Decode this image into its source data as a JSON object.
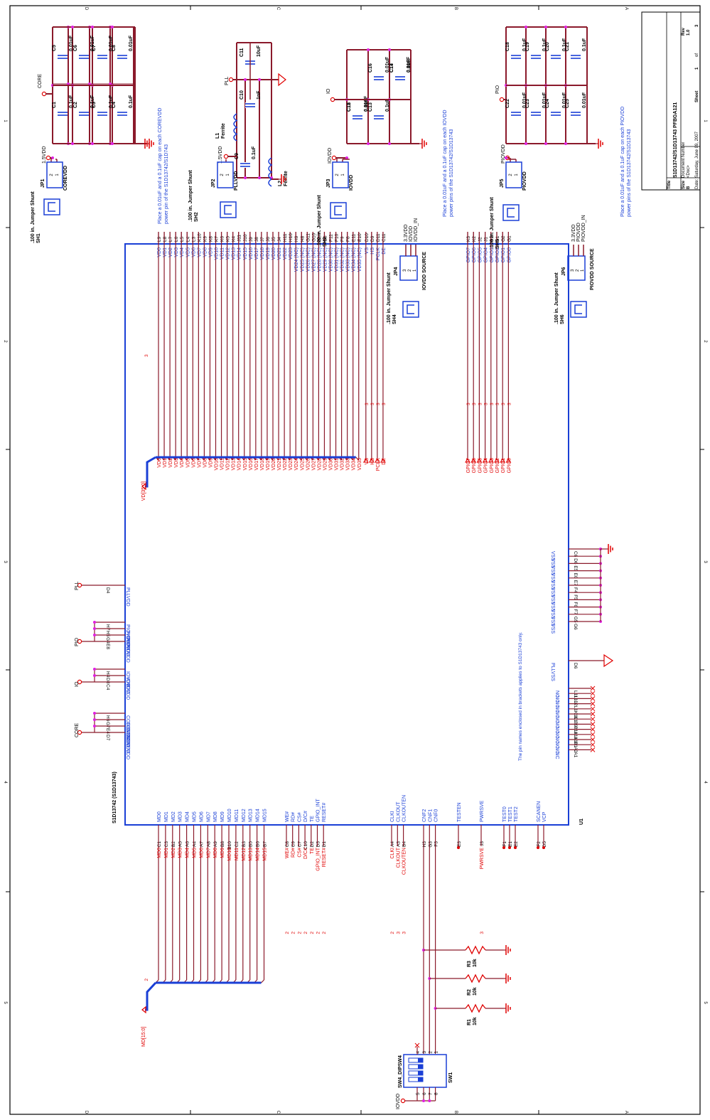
{
  "title_block": {
    "title_label": "Title",
    "title": "S1D13742/S1D13743 PFBGA121",
    "size_label": "Size",
    "size": "B",
    "doc_label": "Document Number",
    "doc": "<Doc>",
    "rev_label": "Rev",
    "rev": "1.0",
    "date_label": "Date:",
    "date": "Saturday, June 09, 2007",
    "sheet_label": "Sheet",
    "sheet": "1",
    "of_label": "of",
    "of": "3"
  },
  "border": {
    "cols": [
      "D",
      "C",
      "B",
      "A"
    ],
    "rows": [
      "1",
      "2",
      "3",
      "4",
      "5"
    ]
  },
  "u1": {
    "ref": "U1",
    "part": "S1D13742 (S1D13743)",
    "note": "The pin names enclosed in brackets applies to S1D13743 only."
  },
  "vd_bus": {
    "label": "VD[35:0]",
    "sheet_ref": "3",
    "pins": [
      {
        "ball": "L9",
        "name": "VD0",
        "net": "VD0"
      },
      {
        "ball": "L8",
        "name": "VD1",
        "net": "VD1"
      },
      {
        "ball": "L7",
        "name": "VD2",
        "net": "VD2"
      },
      {
        "ball": "L6",
        "name": "VD3",
        "net": "VD3"
      },
      {
        "ball": "L5",
        "name": "VD4",
        "net": "VD4"
      },
      {
        "ball": "L4",
        "name": "VD5",
        "net": "VD5"
      },
      {
        "ball": "L3",
        "name": "VD6",
        "net": "VD6"
      },
      {
        "ball": "K10",
        "name": "VD7",
        "net": "VD7"
      },
      {
        "ball": "K9",
        "name": "VD8",
        "net": "VD8"
      },
      {
        "ball": "K8",
        "name": "VD9",
        "net": "VD9"
      },
      {
        "ball": "K7",
        "name": "VD10",
        "net": "VD10"
      },
      {
        "ball": "K6",
        "name": "VD11",
        "net": "VD11"
      },
      {
        "ball": "K5",
        "name": "VD12",
        "net": "VD12"
      },
      {
        "ball": "K4",
        "name": "VD13",
        "net": "VD13"
      },
      {
        "ball": "J11",
        "name": "VD14",
        "net": "VD14"
      },
      {
        "ball": "J10",
        "name": "VD15",
        "net": "VD15"
      },
      {
        "ball": "J9",
        "name": "VD16",
        "net": "VD16"
      },
      {
        "ball": "J8",
        "name": "VD17",
        "net": "VD17"
      },
      {
        "ball": "J7",
        "name": "VD18",
        "net": "VD18"
      },
      {
        "ball": "J6",
        "name": "VD19",
        "net": "VD19"
      },
      {
        "ball": "J5",
        "name": "VD20",
        "net": "VD20"
      },
      {
        "ball": "J4",
        "name": "VD21",
        "net": "VD21"
      },
      {
        "ball": "H11",
        "name": "VD22",
        "net": "VD22"
      },
      {
        "ball": "H10",
        "name": "VD23",
        "net": "VD23"
      },
      {
        "ball": "H9",
        "name": "VD24 (NC)",
        "net": "VD24"
      },
      {
        "ball": "H8",
        "name": "VD25 (NC)",
        "net": "VD25"
      },
      {
        "ball": "G11",
        "name": "VD26 (NC)",
        "net": "VD26"
      },
      {
        "ball": "G10",
        "name": "VD27 (NC)",
        "net": "VD27"
      },
      {
        "ball": "G9",
        "name": "VD28 (NC)",
        "net": "VD28"
      },
      {
        "ball": "G8",
        "name": "VD29 (NC)",
        "net": "VD29"
      },
      {
        "ball": "F11",
        "name": "VD30 (NC)",
        "net": "VD30"
      },
      {
        "ball": "F10",
        "name": "VD31 (NC)",
        "net": "VD31"
      },
      {
        "ball": "F9",
        "name": "VD32 (NC)",
        "net": "VD32"
      },
      {
        "ball": "F8",
        "name": "VD33 (NC)",
        "net": "VD33"
      },
      {
        "ball": "E11",
        "name": "VD34 (NC)",
        "net": "VD34"
      },
      {
        "ball": "E10",
        "name": "VD35 (NC)",
        "net": "VD35"
      }
    ]
  },
  "sync_pins": [
    {
      "ball": "D10",
      "name": "VS",
      "net": "VS",
      "ref": "3"
    },
    {
      "ball": "D9",
      "name": "HS",
      "net": "HS",
      "ref": "3"
    },
    {
      "ball": "D11",
      "name": "PCLK",
      "net": "PCLK",
      "ref": "3"
    },
    {
      "ball": "C11",
      "name": "DE",
      "net": "DE",
      "ref": "3"
    }
  ],
  "gpio_pins": [
    {
      "ball": "K3",
      "name": "GPIO7",
      "net": "GPIO7",
      "ref": "3"
    },
    {
      "ball": "K2",
      "name": "GPIO6",
      "net": "GPIO6",
      "ref": "3"
    },
    {
      "ball": "J2",
      "name": "GPIO5",
      "net": "GPIO5",
      "ref": "3"
    },
    {
      "ball": "J1",
      "name": "GPIO4",
      "net": "GPIO4",
      "ref": "3"
    },
    {
      "ball": "H2",
      "name": "GPIO3",
      "net": "GPIO3",
      "ref": "3"
    },
    {
      "ball": "H1",
      "name": "GPIO2",
      "net": "GPIO2",
      "ref": "3"
    },
    {
      "ball": "G2",
      "name": "GPIO1",
      "net": "GPIO1",
      "ref": "3"
    },
    {
      "ball": "G1",
      "name": "GPIO0",
      "net": "GPIO0",
      "ref": "3"
    }
  ],
  "md_bus": {
    "label": "MD[15:0]",
    "sheet_ref": "2",
    "pins": [
      {
        "ball": "C1",
        "name": "MD0",
        "net": "MD0"
      },
      {
        "ball": "C3",
        "name": "MD1",
        "net": "MD1"
      },
      {
        "ball": "B2",
        "name": "MD2",
        "net": "MD2"
      },
      {
        "ball": "A5",
        "name": "MD3",
        "net": "MD3"
      },
      {
        "ball": "A6",
        "name": "MD4",
        "net": "MD4"
      },
      {
        "ball": "A4",
        "name": "MD5",
        "net": "MD5"
      },
      {
        "ball": "A7",
        "name": "MD6",
        "net": "MD6"
      },
      {
        "ball": "A8",
        "name": "MD7",
        "net": "MD7"
      },
      {
        "ball": "A9",
        "name": "MD8",
        "net": "MD8"
      },
      {
        "ball": "B8",
        "name": "MD9",
        "net": "MD9"
      },
      {
        "ball": "B10",
        "name": "MD10",
        "net": "MD10"
      },
      {
        "ball": "C2",
        "name": "MD11",
        "net": "MD11"
      },
      {
        "ball": "B3",
        "name": "MD12",
        "net": "MD12"
      },
      {
        "ball": "B5",
        "name": "MD13",
        "net": "MD13"
      },
      {
        "ball": "B6",
        "name": "MD14",
        "net": "MD14"
      },
      {
        "ball": "B7",
        "name": "MD15",
        "net": "MD15"
      }
    ]
  },
  "host_pins": [
    {
      "ball": "C8",
      "name": "WE#",
      "net": "WE#",
      "ref": "2"
    },
    {
      "ball": "C9",
      "name": "RD#",
      "net": "RD#",
      "ref": "2"
    },
    {
      "ball": "C7",
      "name": "CS#",
      "net": "CS#",
      "ref": "2"
    },
    {
      "ball": "C10",
      "name": "D/C#",
      "net": "D/C#",
      "ref": "2"
    },
    {
      "ball": "D2",
      "name": "TE",
      "net": "TE",
      "ref": "2"
    },
    {
      "ball": "D3",
      "name": "GPIO_INT",
      "net": "GPIO_INT",
      "ref": "2"
    },
    {
      "ball": "D1",
      "name": "RESET#",
      "net": "RESET#",
      "ref": "2"
    }
  ],
  "clk_pins": [
    {
      "ball": "A4",
      "name": "CLKI",
      "net": "CLKI",
      "ref": "2"
    },
    {
      "ball": "A3",
      "name": "CLKOUT",
      "net": "CLKOUT",
      "ref": "3"
    },
    {
      "ball": "B4",
      "name": "CLKOUTEN",
      "net": "CLKOUTEN",
      "ref": "3"
    }
  ],
  "cnf_pins": [
    {
      "ball": "H3",
      "name": "CNF2"
    },
    {
      "ball": "G3",
      "name": "CNF1"
    },
    {
      "ball": "F3",
      "name": "CNF0"
    }
  ],
  "misc_pins": [
    {
      "ball": "E3",
      "name": "TESTEN"
    },
    {
      "ball": "J3",
      "name": "PWRSVE",
      "net": "PWRSVE",
      "ref": "3"
    },
    {
      "ball": "F1",
      "name": "TEST0"
    },
    {
      "ball": "E1",
      "name": "TEST1"
    },
    {
      "ball": "E2",
      "name": "TEST2"
    },
    {
      "ball": "F2",
      "name": "SCANEN"
    },
    {
      "ball": "D5",
      "name": "VCP"
    }
  ],
  "power_left": [
    {
      "ball": "D4",
      "name": "PLLVDD",
      "group": "PLL"
    },
    {
      "ball": "H7",
      "name": "PIOVDD",
      "group": "PIO"
    },
    {
      "ball": "H5",
      "name": "PIOVDD",
      "group": "PIO"
    },
    {
      "ball": "G4",
      "name": "PIOVDD",
      "group": "PIO"
    },
    {
      "ball": "E8",
      "name": "PIOVDD",
      "group": "PIO"
    },
    {
      "ball": "H4",
      "name": "IOVDD",
      "group": "IO"
    },
    {
      "ball": "D8",
      "name": "IOVDD",
      "group": "IO"
    },
    {
      "ball": "C4",
      "name": "IOVDD",
      "group": "IO"
    },
    {
      "ball": "H6",
      "name": "COREVDD",
      "group": "CORE"
    },
    {
      "ball": "G7",
      "name": "COREVDD",
      "group": "CORE"
    },
    {
      "ball": "E4",
      "name": "COREVDD",
      "group": "CORE"
    },
    {
      "ball": "D7",
      "name": "COREVDD",
      "group": "CORE"
    }
  ],
  "power_nets": {
    "pll": "PLL",
    "pio": "PIO",
    "io": "IO",
    "core": "CORE",
    "iovdd": "IOVDD"
  },
  "vss_pins": [
    {
      "ball": "C6",
      "name": "VSS"
    },
    {
      "ball": "D6",
      "name": "VSS"
    },
    {
      "ball": "E5",
      "name": "VSS"
    },
    {
      "ball": "E6",
      "name": "VSS"
    },
    {
      "ball": "E7",
      "name": "VSS"
    },
    {
      "ball": "F4",
      "name": "VSS"
    },
    {
      "ball": "F5",
      "name": "VSS"
    },
    {
      "ball": "F6",
      "name": "VSS"
    },
    {
      "ball": "F7",
      "name": "VSS"
    },
    {
      "ball": "G5",
      "name": "VSS"
    },
    {
      "ball": "G6",
      "name": "VSS"
    }
  ],
  "pllvss_pin": {
    "ball": "D6",
    "name": "PLLVSS"
  },
  "nc_pins": [
    {
      "ball": "L11",
      "name": "NC"
    },
    {
      "ball": "L10",
      "name": "NC"
    },
    {
      "ball": "L2",
      "name": "NC"
    },
    {
      "ball": "L1",
      "name": "NC"
    },
    {
      "ball": "K11",
      "name": "NC"
    },
    {
      "ball": "K1",
      "name": "NC"
    },
    {
      "ball": "B9",
      "name": "NC"
    },
    {
      "ball": "B11",
      "name": "NC"
    },
    {
      "ball": "A11",
      "name": "NC"
    },
    {
      "ball": "A10",
      "name": "NC"
    },
    {
      "ball": "B1",
      "name": "NC"
    },
    {
      "ball": "A2",
      "name": "NC"
    },
    {
      "ball": "A1",
      "name": "NC"
    }
  ],
  "resistors": [
    {
      "ref": "R3",
      "value": "10k"
    },
    {
      "ref": "R2",
      "value": "10k"
    },
    {
      "ref": "R1",
      "value": "10k"
    }
  ],
  "dipswitch": {
    "ref": "SW1",
    "part": "SW4_DIPSW4",
    "pins_top": [
      "4",
      "3",
      "2",
      "1"
    ],
    "pins_bottom": [
      "5",
      "6",
      "7",
      "8"
    ],
    "supply": "IOVDD"
  },
  "core_section": {
    "jumper": "JP1",
    "jumper_label": "COREVDD",
    "pins": [
      "2",
      "1"
    ],
    "shunt": "SH1",
    "shunt_label": ".100 in. Jumper Shunt",
    "supply": "1.5VDD",
    "net": "CORE",
    "caps": [
      {
        "ref": "C1",
        "value": "0.1uF"
      },
      {
        "ref": "C2",
        "value": "0.1uF"
      },
      {
        "ref": "C3",
        "value": "0.1uF"
      },
      {
        "ref": "C4",
        "value": "0.1uF"
      },
      {
        "ref": "C5",
        "value": "0.01uF"
      },
      {
        "ref": "C6",
        "value": "0.01uF"
      },
      {
        "ref": "C7",
        "value": "0.01uF"
      },
      {
        "ref": "C8",
        "value": "0.01uF"
      }
    ],
    "note1": "Place a 0.01uF and a 0.1uF cap on each COREVDD",
    "note2": "power pin of the S1D13742/S1D743"
  },
  "pll_section": {
    "jumper": "JP2",
    "jumper_label": "PLLVDD",
    "pins": [
      "2",
      "1"
    ],
    "shunt": "SH2",
    "shunt_label": ".100 in. Jumper Shunt",
    "supply": "1.5VDD",
    "net": "PLL",
    "caps": [
      {
        "ref": "C9",
        "value": "0.1uF"
      },
      {
        "ref": "C10",
        "value": "1nF"
      },
      {
        "ref": "C11",
        "value": "10uF"
      }
    ],
    "inductors": [
      {
        "ref": "L1",
        "value": "Ferrite"
      },
      {
        "ref": "L2",
        "value": "Ferrite"
      }
    ]
  },
  "io_section": {
    "jumper": "JP3",
    "jumper_label": "IOVDD",
    "pins": [
      "2",
      "1"
    ],
    "shunt": "SH3",
    "shunt_label": ".100 in. Jumper Shunt",
    "supply": "IOVDD",
    "net": "IO",
    "caps": [
      {
        "ref": "C12",
        "value": "0.1uF"
      },
      {
        "ref": "C13",
        "value": "0.1uF"
      },
      {
        "ref": "C14",
        "value": "0.1uF"
      },
      {
        "ref": "C15",
        "value": "0.01uF"
      },
      {
        "ref": "C16",
        "value": "0.01uF"
      },
      {
        "ref": "C17",
        "value": "0.01uF"
      }
    ],
    "note1": "Place a 0.01uF and a 0.1uF cap on each IOVDD",
    "note2": "power pins of the S1D13742/S1D13743",
    "source": {
      "ref": "JP4",
      "label": "IOVDD SOURCE",
      "pins": [
        "3",
        "2",
        "1"
      ],
      "nets": [
        "3.3VDD",
        "IOVDD",
        "IOVDD_IN"
      ],
      "shunt": "SH4",
      "shunt_label": ".100 in. Jumper Shunt"
    }
  },
  "pio_section": {
    "jumper": "JP5",
    "jumper_label": "PIOVDD",
    "pins": [
      "2",
      "1"
    ],
    "shunt": "SH5",
    "shunt_label": ".100 in. Jumper Shunt",
    "supply": "PIOVDD",
    "net": "PIO",
    "caps": [
      {
        "ref": "C18",
        "value": "0.1uF"
      },
      {
        "ref": "C19",
        "value": "0.1uF"
      },
      {
        "ref": "C20",
        "value": "0.1uF"
      },
      {
        "ref": "C21",
        "value": "0.1uF"
      },
      {
        "ref": "C22",
        "value": "0.01uF"
      },
      {
        "ref": "C23",
        "value": "0.01uF"
      },
      {
        "ref": "C24",
        "value": "0.01uF"
      },
      {
        "ref": "C25",
        "value": "0.01uF"
      }
    ],
    "note1": "Place a 0.01uF and a 0.1uF cap on each PIOVDD",
    "note2": "power pins of the S1D13742/S1D13743",
    "source": {
      "ref": "JP6",
      "label": "PIOVDD SOURCE",
      "pins": [
        "3",
        "2",
        "1"
      ],
      "nets": [
        "3.3VDD",
        "PIOVDD",
        "PIOVDD_IN"
      ],
      "shunt": "SH6",
      "shunt_label": ".100 in. Jumper Shunt"
    }
  },
  "colors": {
    "wire": "#8b1a2b",
    "body": "#1a3fd6",
    "label": "#1a3fd6",
    "net": "#e00000",
    "junction": "#e020e0",
    "ink": "#000000"
  }
}
